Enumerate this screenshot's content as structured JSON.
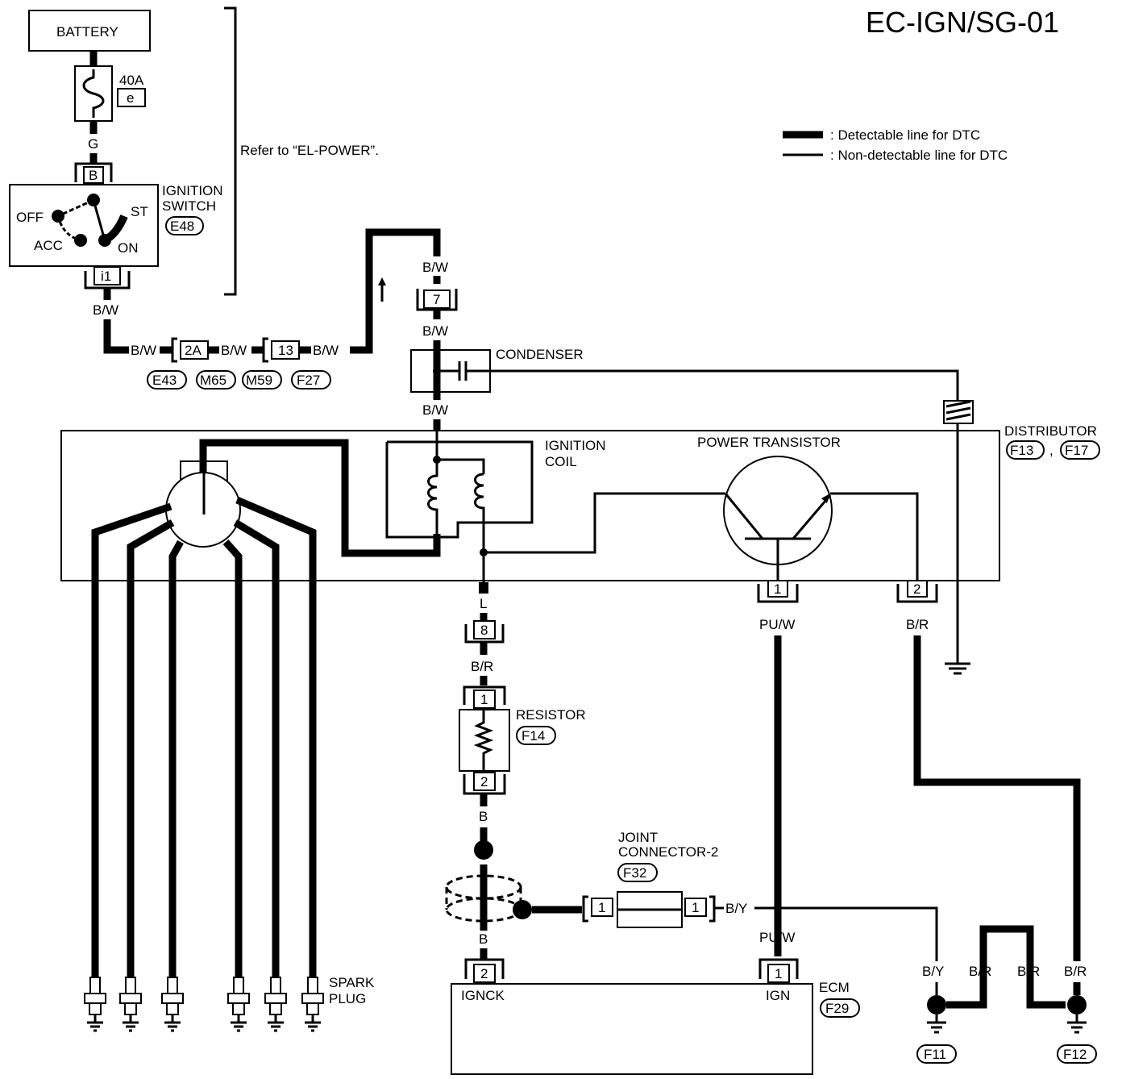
{
  "title": "EC-IGN/SG-01",
  "legend": {
    "detectable": ": Detectable line for DTC",
    "non_detectable": ": Non-detectable line for DTC"
  },
  "refer": "Refer to “EL-POWER”.",
  "battery": {
    "label": "BATTERY"
  },
  "fuse": {
    "amp": "40A",
    "id": "e"
  },
  "ignition_switch": {
    "title1": "IGNITION",
    "title2": "SWITCH",
    "connector": "E48",
    "pos_off": "OFF",
    "pos_acc": "ACC",
    "pos_st": "ST",
    "pos_on": "ON",
    "term_top": "B",
    "term_bottom": "i1"
  },
  "wires": {
    "g": "G",
    "bw1": "B/W",
    "bw2": "B/W",
    "bw3": "B/W",
    "bw4": "B/W",
    "bw5": "B/W",
    "bw6": "B/W",
    "bw7": "B/W",
    "l": "L",
    "br1": "B/R",
    "b1": "B",
    "b2": "B",
    "puw1": "PU/W",
    "puw2": "PU/W",
    "br2": "B/R",
    "by1": "B/Y",
    "by2": "B/Y",
    "br3": "B/R",
    "br4": "B/R",
    "br5": "B/R"
  },
  "harness": {
    "c2a": "2A",
    "c13": "13",
    "e43": "E43",
    "m65": "M65",
    "m59": "M59",
    "f27": "F27"
  },
  "distributor": {
    "condenser": "CONDENSER",
    "term7": "7",
    "label": "DISTRIBUTOR",
    "conn1": "F13",
    "sep": ",",
    "conn2": "F17",
    "ign_coil1": "IGNITION",
    "ign_coil2": "COIL",
    "power_transistor": "POWER TRANSISTOR",
    "term8": "8",
    "term_pt1": "1",
    "term_pt2": "2"
  },
  "resistor": {
    "label": "RESISTOR",
    "conn": "F14",
    "t1": "1",
    "t2": "2"
  },
  "joint": {
    "line1": "JOINT",
    "line2": "CONNECTOR-2",
    "conn": "F32",
    "t1": "1",
    "t2": "1"
  },
  "ecm": {
    "label": "ECM",
    "conn": "F29",
    "t_ignck": "2",
    "t_ign": "1",
    "ignck": "IGNCK",
    "ign": "IGN"
  },
  "spark": {
    "line1": "SPARK",
    "line2": "PLUG"
  },
  "grounds": {
    "f11": "F11",
    "f12": "F12"
  }
}
